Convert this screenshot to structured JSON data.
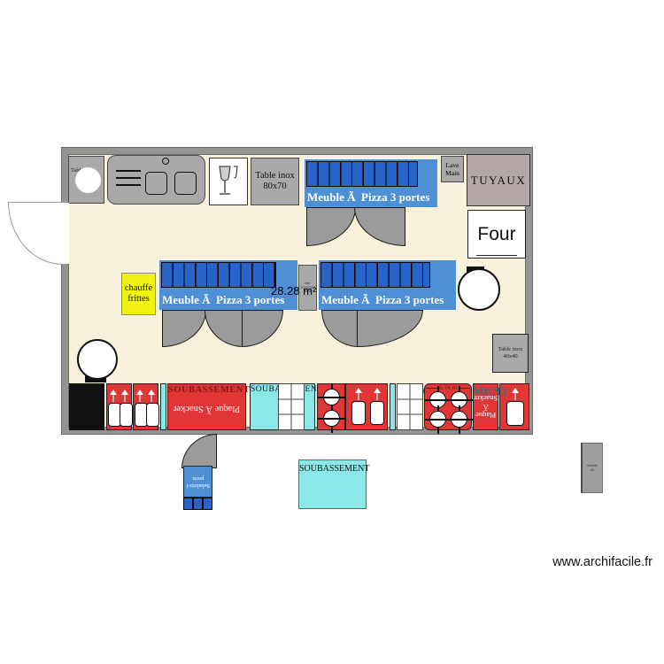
{
  "colors": {
    "floor": "#f8f2dd",
    "wall": "#949494",
    "unit_gray": "#a9a9a9",
    "pizza_blue": "#4f8fd6",
    "segment_blue": "#2a63c8",
    "equipment_red": "#e23535",
    "soubassement_cyan": "#8ae8e8",
    "chauffe_yellow": "#f1f112",
    "tuyaux_pink_gray": "#b4a7a7",
    "teal_text": "#1a7d7d",
    "dark_red_text": "#8a1515"
  },
  "plan": {
    "area_label": "28.28 m²",
    "pizza_label": "Meuble Ã  Pizza 3 portes",
    "top": {
      "corner_table": "Table inox",
      "table_inox": [
        "Table inox",
        "80x70"
      ],
      "lave_main": [
        "Lave",
        "Main"
      ],
      "tuyaux": "TUYAUX",
      "four": "Four"
    },
    "middle": {
      "chauffe": [
        "chauffe",
        "frittes"
      ],
      "toaster": [
        "four TOASTER",
        "40x35"
      ],
      "table_small": [
        "Table inox",
        "40x40"
      ]
    },
    "bottom": {
      "soubassement_left": "SOUBASSEMENT",
      "plaque_snacker": "Plaque Ã Snacker",
      "soubassement_center": "SOUBASSEMENT",
      "soubassement_right": "SOUBASSEMENT",
      "stove_dim": "0.74 m",
      "plaque_snacker_right": [
        "Plaque",
        "Ã",
        "Snacker"
      ]
    }
  },
  "detached": {
    "saladette": [
      "Saladette1",
      "porte"
    ],
    "soubassement": "SOUBASSEMENT",
    "cabinet": [
      "Meuble",
      "60"
    ]
  },
  "watermark": "www.archifacile.fr"
}
